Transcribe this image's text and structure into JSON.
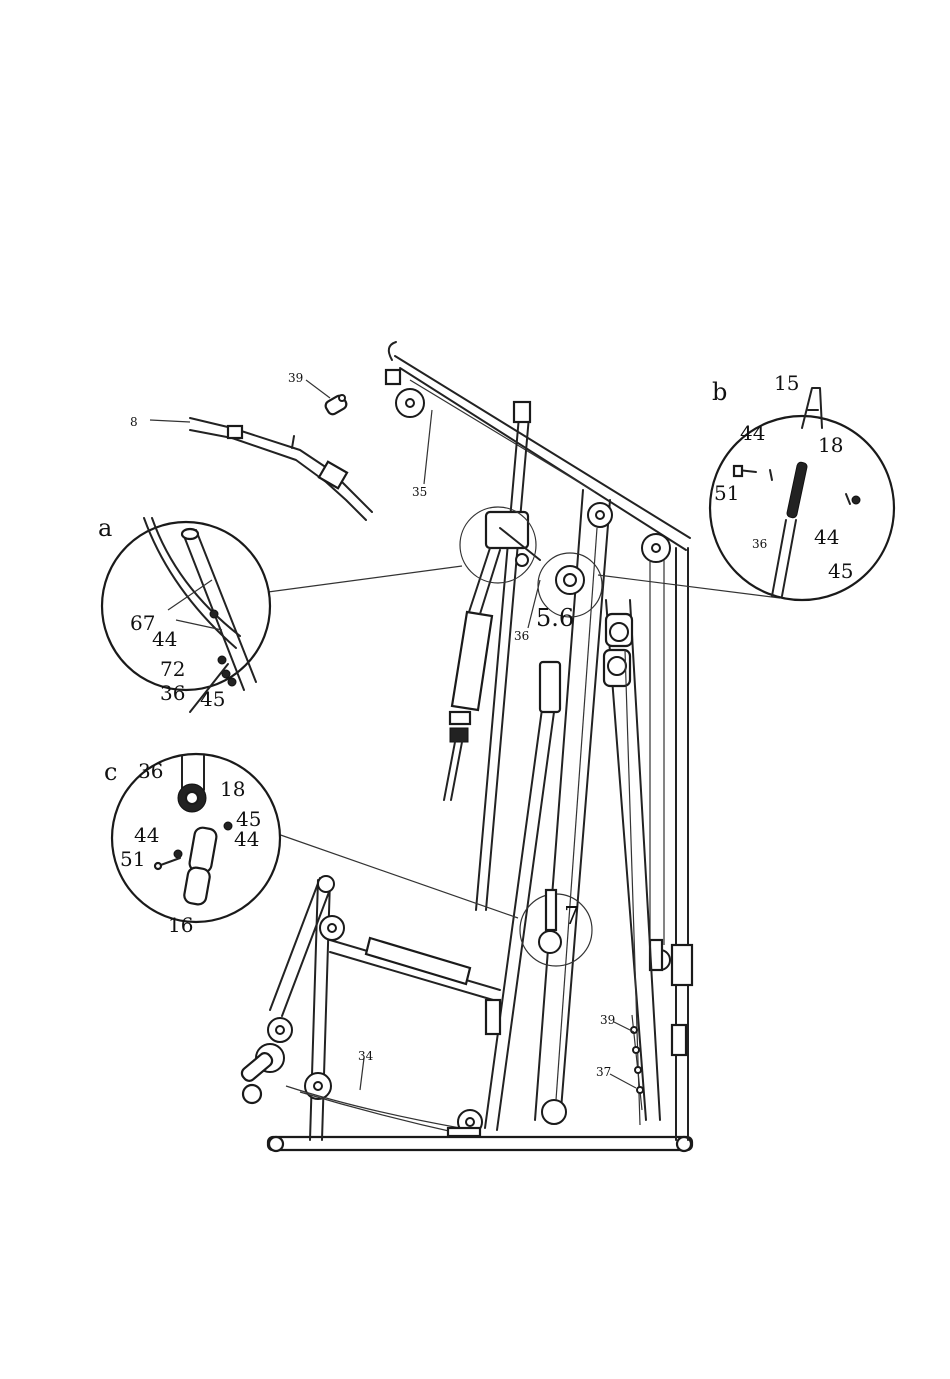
{
  "labels": {
    "p39_top": "39",
    "p8": "8",
    "p35": "35",
    "detail_a": "a",
    "a_67": "67",
    "a_44": "44",
    "a_72": "72",
    "a_36": "36",
    "a_45": "45",
    "p36_mid": "36",
    "p56": "5.6",
    "detail_b": "b",
    "b_15": "15",
    "b_44a": "44",
    "b_18": "18",
    "b_51": "51",
    "b_36": "36",
    "b_44b": "44",
    "b_45": "45",
    "detail_c": "c",
    "c_36": "36",
    "c_18": "18",
    "c_45": "45",
    "c_44a": "44",
    "c_44b": "44",
    "c_51": "51",
    "c_16": "16",
    "p7": "7",
    "p39_low": "39",
    "p37": "37",
    "p34": "34"
  }
}
